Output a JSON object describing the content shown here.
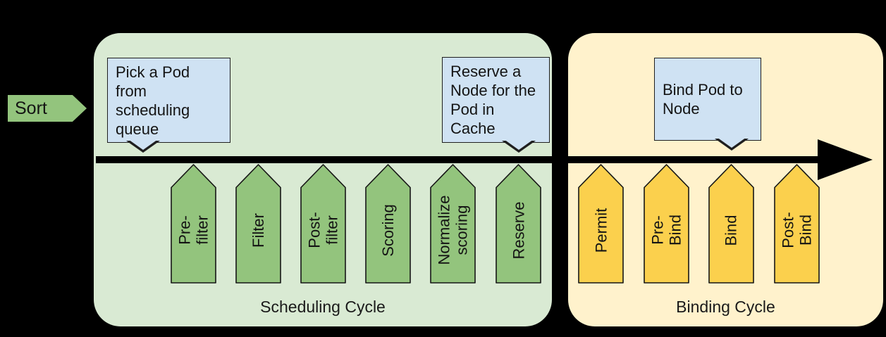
{
  "colors": {
    "background": "#000000",
    "scheduling_panel": "#d9ead3",
    "binding_panel": "#fff2cc",
    "scheduling_arrow": "#93c47d",
    "binding_arrow": "#fbd04d",
    "callout": "#cfe2f3",
    "timeline": "#000000"
  },
  "sort_arrow": {
    "label": "Sort"
  },
  "scheduling_cycle": {
    "title": "Scheduling Cycle",
    "stages": [
      "Pre-filter",
      "Filter",
      "Post-filter",
      "Scoring",
      "Normalize scoring",
      "Reserve"
    ]
  },
  "binding_cycle": {
    "title": "Binding Cycle",
    "stages": [
      "Permit",
      "Pre-Bind",
      "Bind",
      "Post-Bind"
    ]
  },
  "callouts": [
    {
      "text": "Pick a Pod from\nscheduling\nqueue"
    },
    {
      "text": "Reserve a\nNode for the\nPod in Cache"
    },
    {
      "text": "Bind Pod to\nNode"
    }
  ]
}
